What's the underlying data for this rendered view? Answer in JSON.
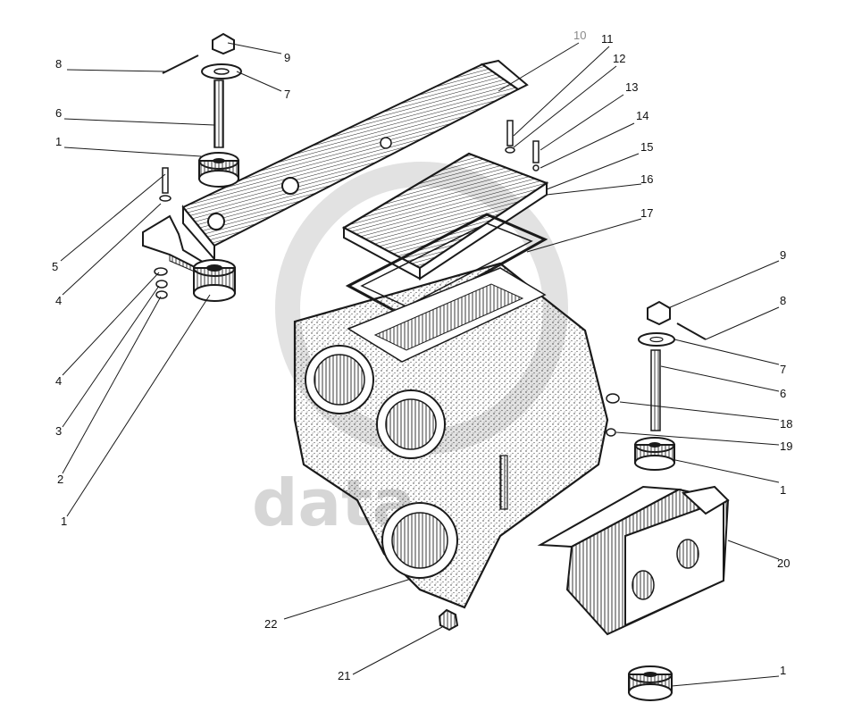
{
  "watermark": {
    "text": "data"
  },
  "callouts": [
    {
      "id": "c8a",
      "text": "8"
    },
    {
      "id": "c9a",
      "text": "9"
    },
    {
      "id": "c7a",
      "text": "7"
    },
    {
      "id": "c6a",
      "text": "6"
    },
    {
      "id": "c1a",
      "text": "1"
    },
    {
      "id": "c5",
      "text": "5"
    },
    {
      "id": "c4a",
      "text": "4"
    },
    {
      "id": "c4b",
      "text": "4"
    },
    {
      "id": "c3",
      "text": "3"
    },
    {
      "id": "c2",
      "text": "2"
    },
    {
      "id": "c1b",
      "text": "1"
    },
    {
      "id": "c10",
      "text": "10"
    },
    {
      "id": "c11",
      "text": "11"
    },
    {
      "id": "c12",
      "text": "12"
    },
    {
      "id": "c13",
      "text": "13"
    },
    {
      "id": "c14",
      "text": "14"
    },
    {
      "id": "c15",
      "text": "15"
    },
    {
      "id": "c16",
      "text": "16"
    },
    {
      "id": "c17",
      "text": "17"
    },
    {
      "id": "c9b",
      "text": "9"
    },
    {
      "id": "c8b",
      "text": "8"
    },
    {
      "id": "c7b",
      "text": "7"
    },
    {
      "id": "c6b",
      "text": "6"
    },
    {
      "id": "c18",
      "text": "18"
    },
    {
      "id": "c19",
      "text": "19"
    },
    {
      "id": "c1c",
      "text": "1"
    },
    {
      "id": "c20",
      "text": "20"
    },
    {
      "id": "c22",
      "text": "22"
    },
    {
      "id": "c21",
      "text": "21"
    },
    {
      "id": "c1d",
      "text": "1"
    }
  ]
}
